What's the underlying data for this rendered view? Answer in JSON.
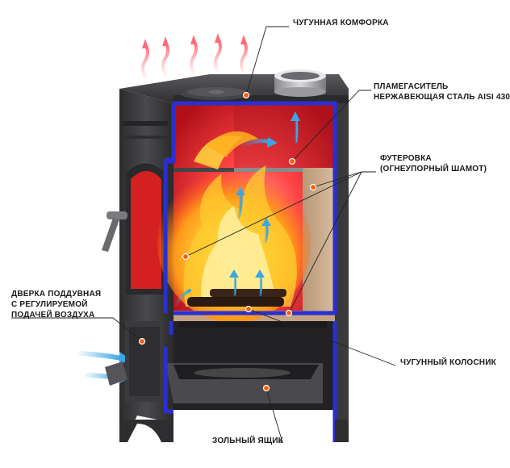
{
  "labels": {
    "cast_iron_hotplate": "ЧУГУННАЯ КОМФОРКА",
    "flame_baffle": {
      "line1": "ПЛАМЕГАСИТЕЛЬ",
      "line2": "НЕРЖАВЕЮЩАЯ СТАЛЬ AISI 430"
    },
    "lining": {
      "line1": "ФУТЕРОВКА",
      "line2": "(ОГНЕУПОРНЫЙ ШАМОТ)"
    },
    "ash_door": {
      "line1": "ДВЕРКА ПОДДУВНАЯ",
      "line2": "С РЕГУЛИРУЕМОЙ",
      "line3": "ПОДАЧЕЙ ВОЗДУХА"
    },
    "cast_iron_grate": "ЧУГУННЫЙ КОЛОСНИК",
    "ash_drawer": "ЗОЛЬНЫЙ ЯЩИК"
  },
  "colors": {
    "body_metal": "#3a3a3c",
    "frame_blue": "#2a2fd0",
    "lining_tan": "#c9a98a",
    "glow_red": "#ff3a3a",
    "flame_yellow": "#ffd23c",
    "air_arrow_blue": "#3aa6e6",
    "heat_arrow_red": "#ff7a7a",
    "marker_orange": "#ff5a00"
  }
}
